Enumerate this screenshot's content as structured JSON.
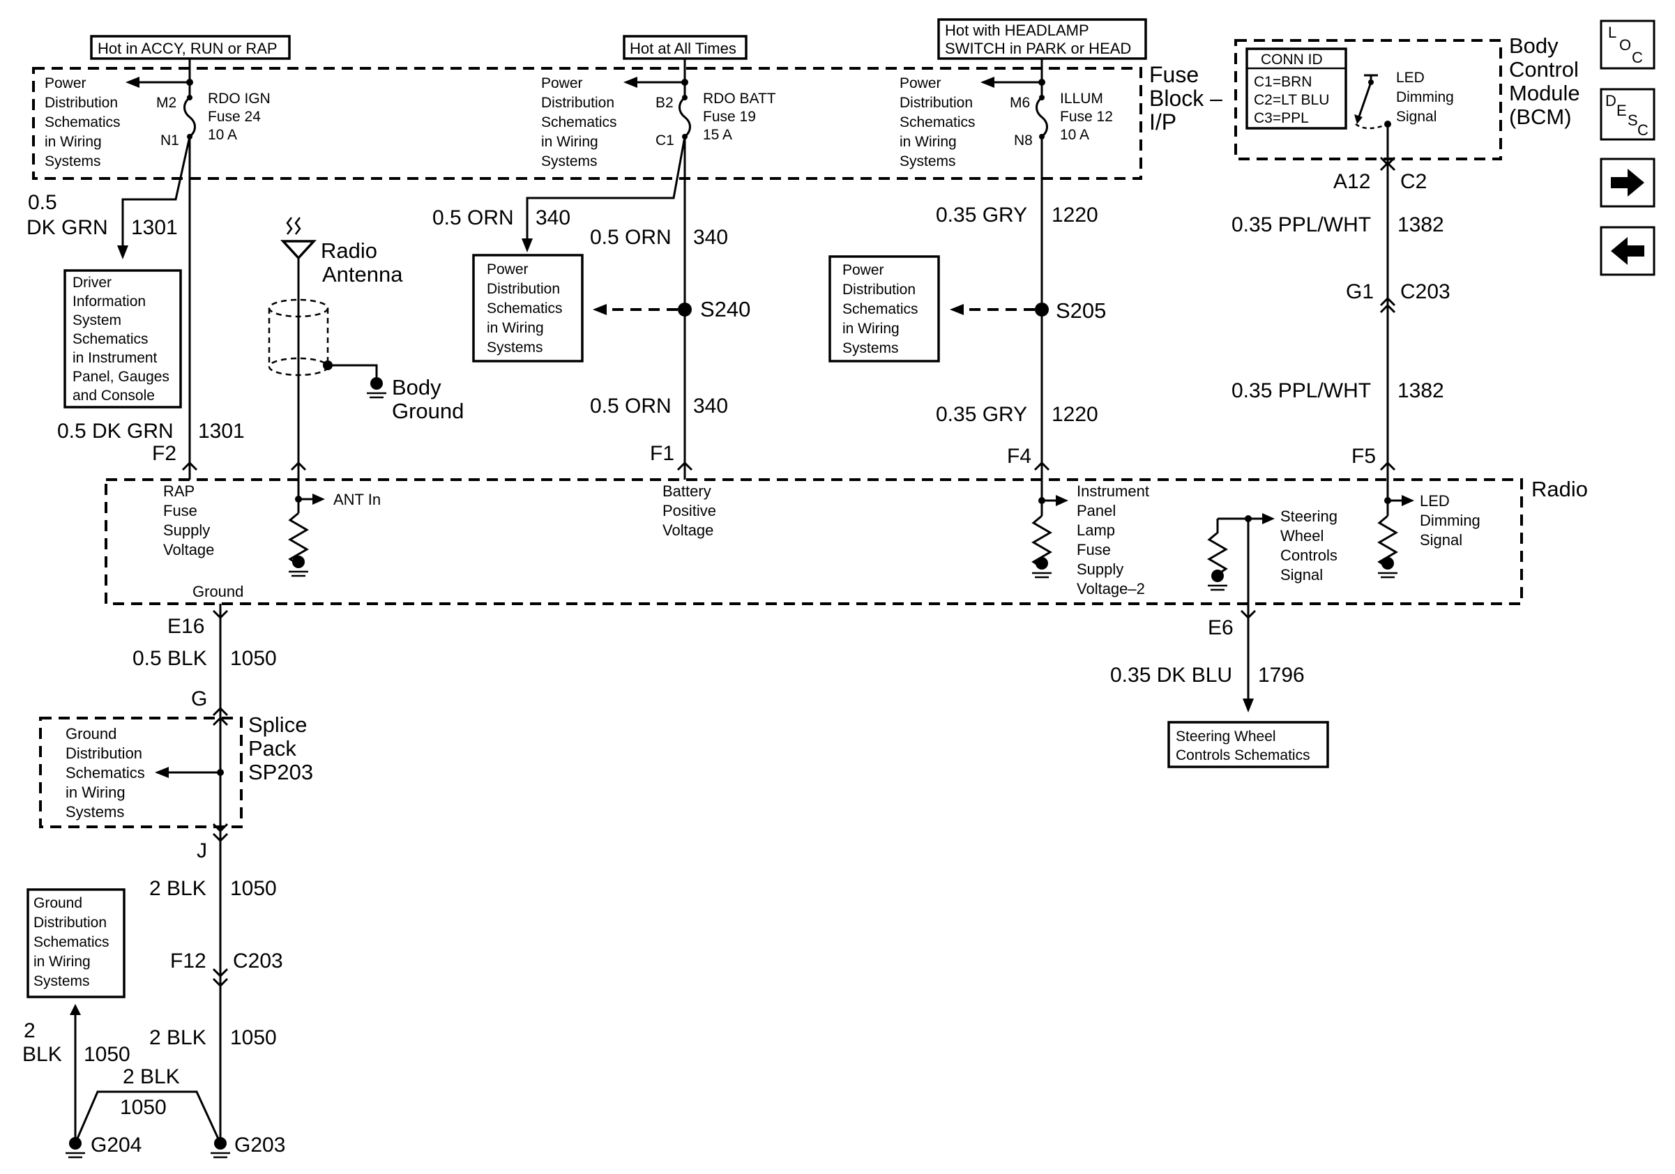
{
  "header": {
    "accy_run_rap": "Hot in ACCY, RUN or RAP",
    "all_times": "Hot at All Times",
    "headlamp_1": "Hot with HEADLAMP",
    "headlamp_2": "SWITCH in PARK or HEAD"
  },
  "fuse_block": {
    "label_1": "Fuse",
    "label_2": "Block –",
    "label_3": "I/P",
    "pd_lines": [
      "Power",
      "Distribution",
      "Schematics",
      "in Wiring",
      "Systems"
    ],
    "fuse24": {
      "name": "RDO IGN",
      "fuse": "Fuse 24",
      "amp": "10 A",
      "in": "M2",
      "out": "N1"
    },
    "fuse19": {
      "name": "RDO BATT",
      "fuse": "Fuse 19",
      "amp": "15 A",
      "in": "B2",
      "out": "C1"
    },
    "fuse12": {
      "name": "ILLUM",
      "fuse": "Fuse 12",
      "amp": "10 A",
      "in": "M6",
      "out": "N8"
    }
  },
  "bcm": {
    "label_lines": [
      "Body",
      "Control",
      "Module",
      "(BCM)"
    ],
    "conn_id_title": "CONN ID",
    "conn_id_lines": [
      "C1=BRN",
      "C2=LT BLU",
      "C3=PPL"
    ],
    "led_lines": [
      "LED",
      "Dimming",
      "Signal"
    ],
    "pin": "A12",
    "conn": "C2"
  },
  "wires": {
    "w1301_top_size": "0.5",
    "w1301_top_color": "DK GRN",
    "w1301_circuit": "1301",
    "w1301_lower": "0.5 DK GRN",
    "w340_branch": "0.5 ORN",
    "w340_circuit": "340",
    "w340_upper": "0.5 ORN",
    "w340_lower": "0.5 ORN",
    "w1220": "0.35 GRY",
    "w1220_circuit": "1220",
    "w1382": "0.35 PPL/WHT",
    "w1382_circuit": "1382",
    "w1050_small": "0.5 BLK",
    "w1050_circuit": "1050",
    "w1050_big": "2 BLK",
    "w1050_g204_size": "2",
    "w1050_g204_color": "BLK",
    "w1796": "0.35 DK BLU",
    "w1796_circuit": "1796"
  },
  "connectors": {
    "g1": "G1",
    "c203": "C203",
    "s240": "S240",
    "s205": "S205",
    "f1": "F1",
    "f2": "F2",
    "f4": "F4",
    "f5": "F5",
    "e16": "E16",
    "e6": "E6",
    "g": "G",
    "j": "J",
    "f12": "F12"
  },
  "boxes": {
    "dis_lines": [
      "Driver",
      "Information",
      "System",
      "Schematics",
      "in Instrument",
      "Panel, Gauges",
      "and Console"
    ],
    "pd_lines": [
      "Power",
      "Distribution",
      "Schematics",
      "in Wiring",
      "Systems"
    ],
    "gd_lines": [
      "Ground",
      "Distribution",
      "Schematics",
      "in Wiring",
      "Systems"
    ],
    "swc_lines": [
      "Steering Wheel",
      "Controls Schematics"
    ]
  },
  "antenna": {
    "radio_1": "Radio",
    "radio_2": "Antenna",
    "body_1": "Body",
    "body_2": "Ground"
  },
  "radio": {
    "label": "Radio",
    "rap_lines": [
      "RAP",
      "Fuse",
      "Supply",
      "Voltage"
    ],
    "ant_in": "ANT In",
    "batt_lines": [
      "Battery",
      "Positive",
      "Voltage"
    ],
    "ipl_lines": [
      "Instrument",
      "Panel",
      "Lamp",
      "Fuse",
      "Supply",
      "Voltage–2"
    ],
    "swc_lines": [
      "Steering",
      "Wheel",
      "Controls",
      "Signal"
    ],
    "led_lines": [
      "LED",
      "Dimming",
      "Signal"
    ],
    "ground": "Ground"
  },
  "splice": {
    "lines": [
      "Splice",
      "Pack",
      "SP203"
    ]
  },
  "grounds": {
    "g204": "G204",
    "g203": "G203"
  },
  "nav": {
    "loc_l": "L",
    "loc_o": "O",
    "loc_c": "C",
    "desc_d": "D",
    "desc_e": "E",
    "desc_s": "S",
    "desc_c": "C"
  }
}
